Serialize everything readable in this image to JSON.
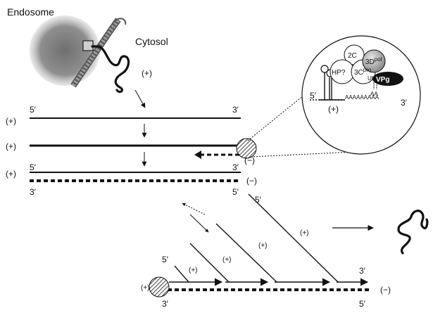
{
  "labels": {
    "endosome": "Endosome",
    "cytosol": "Cytosol",
    "plus": "(+)",
    "minus": "(−)",
    "five_prime": "5′",
    "three_prime": "3′"
  },
  "complex": {
    "hp": "HP?",
    "c2": "2C",
    "c3_base": "3C",
    "c3_sup": "pro",
    "d3_base": "3D",
    "d3_sup": "pol",
    "uu": "UU",
    "aa": "AA",
    "vpg": "VPg",
    "polya": "AAAAAAAAA",
    "five": "5′",
    "three": "3′",
    "strand": "(+)"
  },
  "colors": {
    "strand": "#111111",
    "vesicle": "#8c8c8c",
    "polymerase": "#9a9a9a",
    "vpg": "#111111"
  }
}
